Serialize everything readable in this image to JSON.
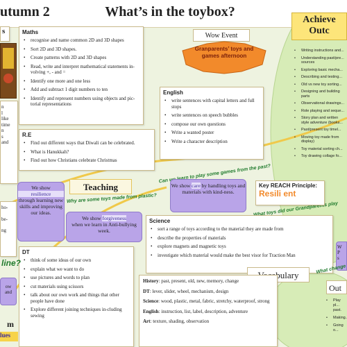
{
  "title": {
    "term": "utumn 2",
    "topic": "What’s in the toybox?"
  },
  "wow": {
    "label": "Wow Event",
    "text": "Granparents’ toys and games afternoon"
  },
  "achieve": {
    "line1": "Achieve",
    "line2": "Outc"
  },
  "achieve_list": [
    "Writing instructions and...",
    "Understanding past/pre... sources",
    "Exploring basic mecha...",
    "Describing and testing...",
    "Old vs new toy sorting...",
    "Designing and building parts",
    "Observational drawings...",
    "Role playing and seque...",
    "Story plan and written style adventure (books...",
    "Past/present toy timel...",
    "Moving toy made from display)",
    "Toy material sorting ch...",
    "Toy drawing collage fo..."
  ],
  "maths": {
    "title": "Maths",
    "items": [
      "recognise and name common 2D and 3D shapes",
      "Sort 2D and 3D shapes.",
      "Create patterns with 2D and 3D shapes",
      "Read, write and interpret mathematical statements in-volving +, - and =",
      "Identify one more and one less",
      "Add and subtract 1 digit numbers to ten",
      "Identify and represent numbers using objects and pic-torial representations"
    ]
  },
  "english": {
    "title": "English",
    "items": [
      "write sentences with capital letters and full stops",
      "write sentences on speech bubbles",
      "compose our own questions",
      "Write a wanted poster",
      "Write a character description"
    ]
  },
  "re": {
    "title": "R.E",
    "items": [
      "Find out different ways that Diwali can be celebrated.",
      "What is Hanukkah?",
      "Find out how Christians celebrate Christmas"
    ]
  },
  "teaching": {
    "label": "Teaching"
  },
  "questions": {
    "q1": "Can we learn to play some games from the past?",
    "q2": "Why are some toys made from plastic?",
    "q3": "What toys did our Grandparents play with?",
    "q4": "line?",
    "q5": "What change"
  },
  "values": {
    "resilience": {
      "pre": "We show",
      "key": "resilience",
      "post": "through learning new skills and improving our ideas."
    },
    "forgiveness": {
      "pre": "We show",
      "key": "forgiveness",
      "post": "when we learn in Anti-bullying week."
    },
    "care": {
      "pre": "We show",
      "key": "care",
      "post": "by handling toys and materials with kind-ness."
    }
  },
  "reach": {
    "label": "Key REACH Principle:",
    "word_a": "Resili",
    "word_b": "ent"
  },
  "science": {
    "title": "Science",
    "items": [
      "sort a range of toys according to the material they are made from",
      "describe the properties of materials",
      "explore magnets and magnetic toys",
      "investigate which material would make the best visor for Traction Man"
    ]
  },
  "dt": {
    "title": "DT",
    "items": [
      "think of some ideas of our own",
      "explain what we want to do",
      "use pictures and words to plan",
      "cut materials using scissors",
      "talk about our own work and things that other people have done",
      "Explore different joining techniques in-cluding sewing"
    ]
  },
  "vocabulary": {
    "label": "Vocabulary",
    "entries": [
      {
        "subject": "History",
        "words": ": past, present, old, new, memory, change"
      },
      {
        "subject": "DT",
        "words": ": lever, slider, wheel, mechanism, design"
      },
      {
        "subject": "Science",
        "words": ": wood, plastic, metal, fabric, stretchy, waterproof, strong"
      },
      {
        "subject": "English",
        "words": ": instruction, list, label, description, adventure"
      },
      {
        "subject": "Art",
        "words": ": texture, shading, observation"
      }
    ]
  },
  "outcomes_bottom": {
    "label": "Out",
    "items": [
      "Play pl... past.",
      "Making...",
      "Going o..."
    ]
  },
  "left_fragments": {
    "top": "s",
    "middle_lines": [
      "n",
      "l",
      "",
      "like",
      "time",
      "n",
      "s",
      "",
      "and",
      "",
      "",
      "t"
    ],
    "lower_lines": [
      "",
      "ho-",
      "",
      "be-",
      "",
      "ng"
    ],
    "bottom_purple": [
      "ow",
      "and"
    ],
    "bottom_a": "m",
    "bottom_b": "lues"
  }
}
